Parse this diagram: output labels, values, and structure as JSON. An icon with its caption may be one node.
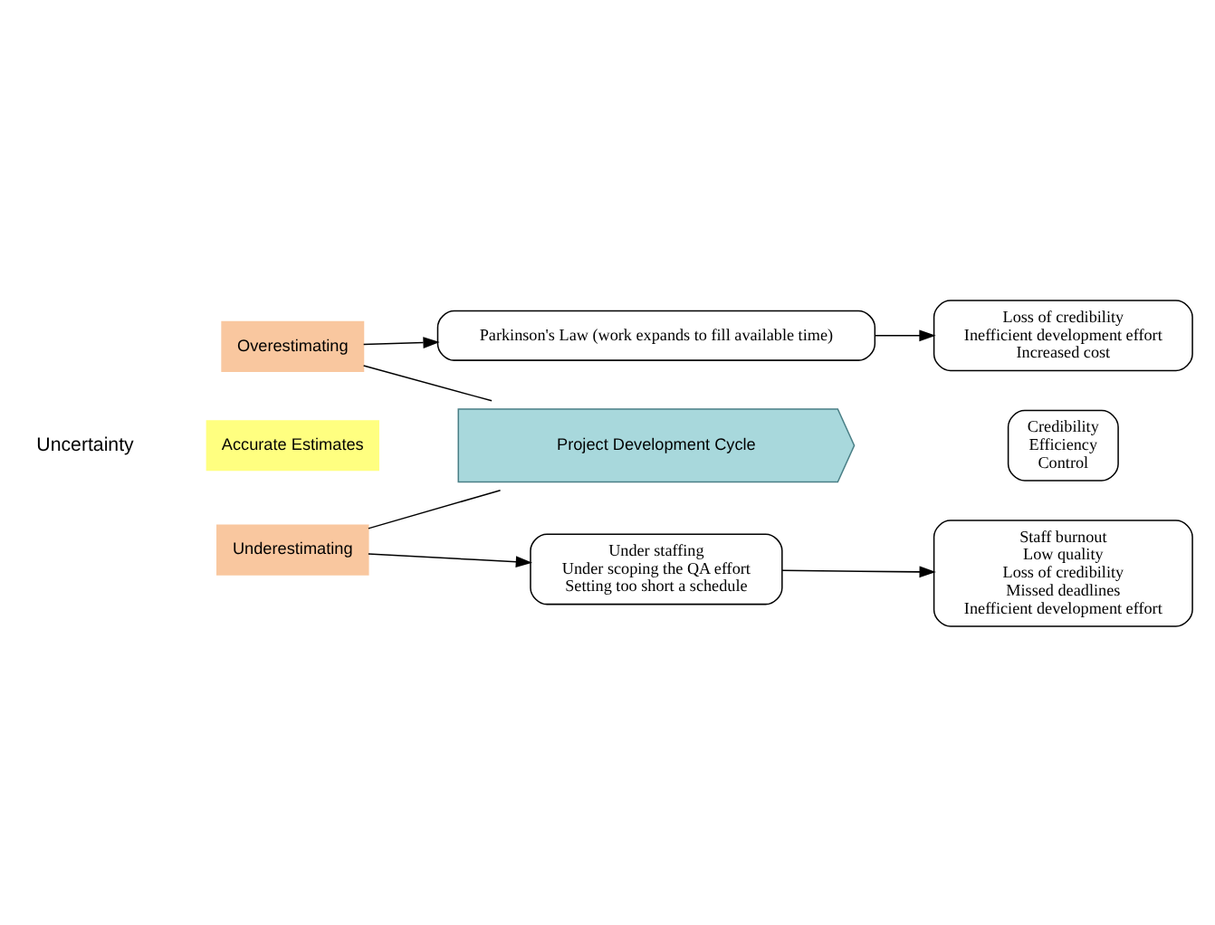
{
  "diagram": {
    "nodes": [
      {
        "text": [
          "Overestimating"
        ]
      },
      {
        "text": [
          "Parkinson's Law (work expands to fill available time)"
        ]
      },
      {
        "text": [
          "Loss of credibility",
          "Inefficient development effort",
          "Increased cost"
        ]
      },
      {
        "text": [
          "Accurate Estimates"
        ]
      },
      {
        "text": [
          "Project Development Cycle"
        ]
      },
      {
        "text": [
          "Credibility",
          "Efficiency",
          "Control"
        ]
      },
      {
        "text": [
          "Underestimating"
        ]
      },
      {
        "text": [
          "Under staffing",
          "Under scoping the QA effort",
          "Setting too short a schedule"
        ]
      },
      {
        "text": [
          "Staff burnout",
          "Low quality",
          "Loss of credibility",
          "Missed deadlines",
          "Inefficient development effort"
        ]
      }
    ],
    "edges": [
      {
        "from": 0,
        "to": 1,
        "arrow": "to"
      },
      {
        "from": 1,
        "to": 2,
        "arrow": "to"
      },
      {
        "from": 0,
        "to": 4,
        "arrow": "none"
      },
      {
        "from": 6,
        "to": 4,
        "arrow": "none"
      },
      {
        "from": 6,
        "to": 7,
        "arrow": "to"
      },
      {
        "from": 7,
        "to": 8,
        "arrow": "to"
      }
    ],
    "labels": [
      "Uncertainty"
    ]
  }
}
